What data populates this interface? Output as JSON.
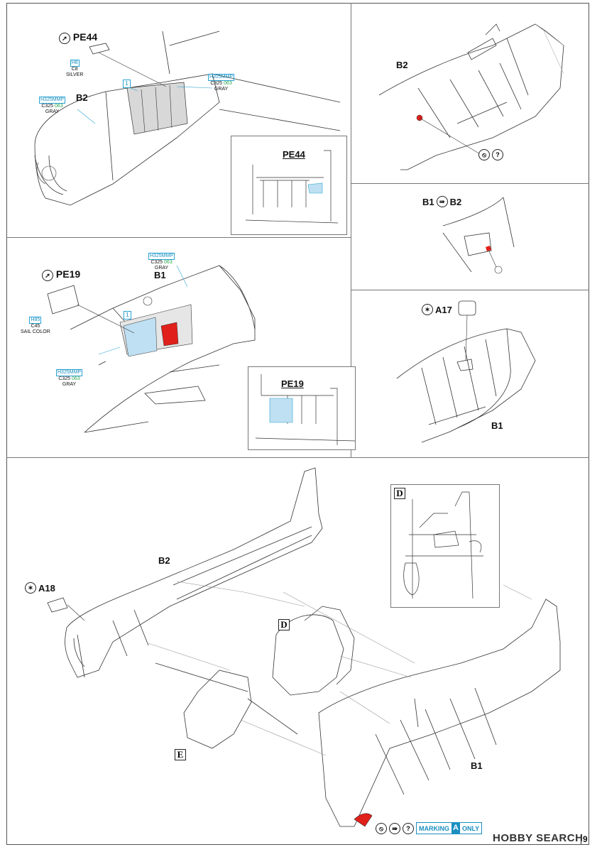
{
  "panel1": {
    "part_pe": "PE44",
    "part_main": "B2",
    "step_number": "1",
    "pe_paint": {
      "line1": "H8",
      "line2": "C8",
      "line3": "SILVER"
    },
    "main_paint": {
      "h": "H325MMP",
      "c": "C325",
      "mmp": "063",
      "name": "GRAY"
    },
    "right_paint": {
      "h": "H325MMP",
      "c": "C325",
      "mmp": "063",
      "name": "GRAY"
    },
    "inset_label": "PE44"
  },
  "panel2": {
    "part_main": "B2"
  },
  "panel3": {
    "label_left": "B1",
    "label_right": "B2"
  },
  "panel4": {
    "part_pe": "PE19",
    "part_main": "B1",
    "step_number": "1",
    "top_paint": {
      "h": "H325MMP",
      "c": "C325",
      "mmp": "063",
      "name": "GRAY"
    },
    "pe_paint": {
      "line1": "H85",
      "line2": "C45",
      "line3": "SAIL COLOR"
    },
    "bottom_paint": {
      "h": "H325MMP",
      "c": "C325",
      "mmp": "063",
      "name": "GRAY"
    },
    "inset_label": "PE19",
    "colors": {
      "light_blue": "#bfe0f2",
      "red": "#e0201a",
      "gray_fill": "#d8d8d8"
    }
  },
  "panel5": {
    "part": "A17",
    "part_main": "B1"
  },
  "panel6": {
    "part_a": "A18",
    "part_b2": "B2",
    "part_b1": "B1",
    "sub_d": "D",
    "sub_d_inset": "D",
    "sub_e": "E",
    "marking_text_left": "MARKING",
    "marking_letter": "A",
    "marking_text_right": "ONLY"
  },
  "footer": {
    "watermark": "HOBBY SEARCH",
    "page_number": "9"
  },
  "icons": [
    "drill-icon",
    "question-icon",
    "cut-icon",
    "remove-icon",
    "pointer-icon",
    "glue-icon"
  ]
}
